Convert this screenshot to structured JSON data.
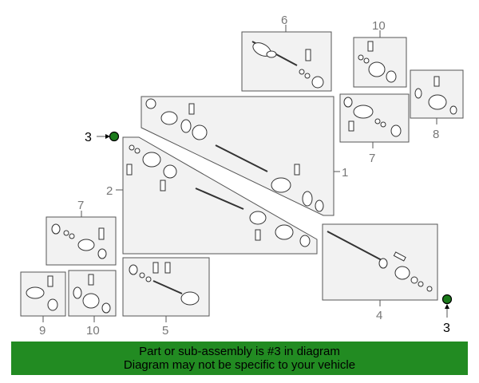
{
  "callouts": {
    "n1": "1",
    "n2": "2",
    "n3_left": "3",
    "n3_right": "3",
    "n4": "4",
    "n5": "5",
    "n6": "6",
    "n7_top": "7",
    "n7_left": "7",
    "n8": "8",
    "n9": "9",
    "n10_top": "10",
    "n10_bottom": "10"
  },
  "banner": {
    "line1": "Part or sub-assembly is #3 in diagram",
    "line2": "Diagram may not be specific to your vehicle"
  },
  "colors": {
    "banner_bg": "#228b22",
    "highlight_part": "#1a7a1a"
  }
}
